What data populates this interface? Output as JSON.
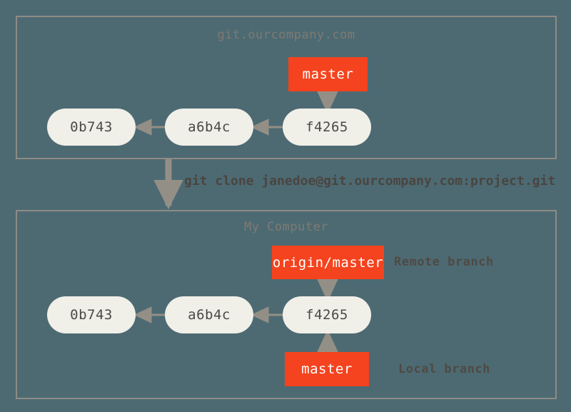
{
  "diagram": {
    "title": "git clone creating a remote-tracking branch",
    "background_color": "#4d6a73",
    "accent_color": "#f4431e",
    "node_color": "#f0efe8",
    "border_color": "#8e8b84",
    "arrow_color": "#948f86",
    "text_color": "#4a4a46"
  },
  "remote_zone": {
    "title": "git.ourcompany.com",
    "commits": [
      {
        "id": "0b743"
      },
      {
        "id": "a6b4c"
      },
      {
        "id": "f4265"
      }
    ],
    "branches": [
      {
        "label": "master",
        "kind": "branch-pointer"
      }
    ]
  },
  "clone_command": {
    "text": "git clone janedoe@git.ourcompany.com:project.git"
  },
  "local_zone": {
    "title": "My Computer",
    "commits": [
      {
        "id": "0b743"
      },
      {
        "id": "a6b4c"
      },
      {
        "id": "f4265"
      }
    ],
    "branches": [
      {
        "label": "origin/master",
        "annotation": "Remote branch"
      },
      {
        "label": "master",
        "annotation": "Local branch"
      }
    ],
    "annotations": [
      {
        "text": "Remote branch"
      },
      {
        "text": "Local branch"
      }
    ]
  }
}
